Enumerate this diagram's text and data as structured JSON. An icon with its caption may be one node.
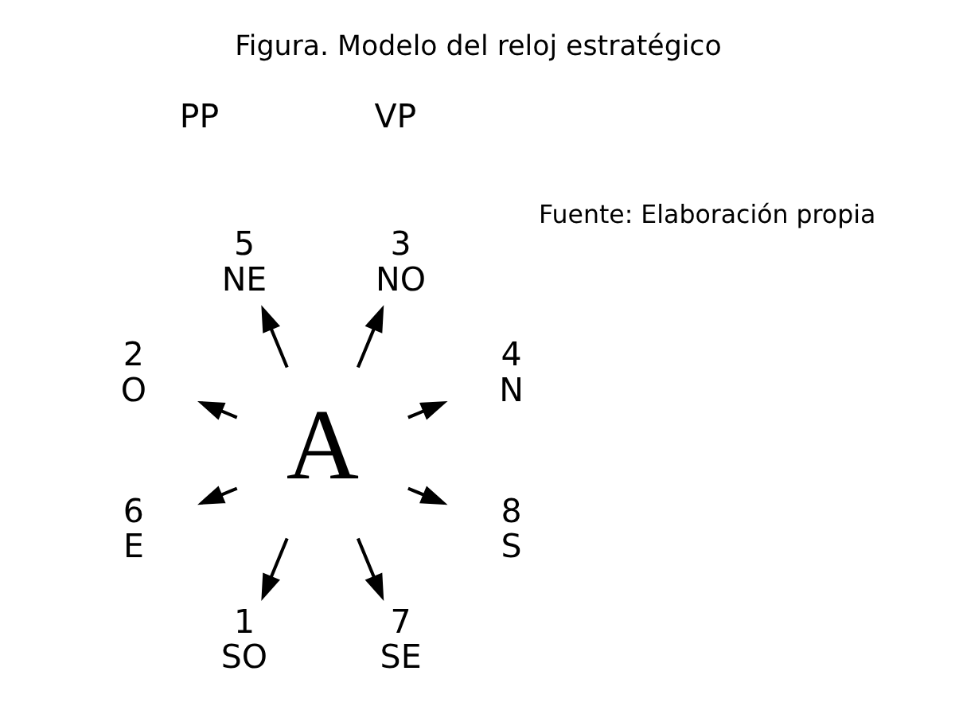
{
  "diagram": {
    "title": "Figura. Modelo del reloj estratégico",
    "caption": "Fuente: Elaboración propia",
    "nodes": [
      {
        "text": [
          "4",
          "N"
        ]
      },
      {
        "text": [
          "3",
          "NO"
        ]
      },
      {
        "text": [
          "5",
          "NE"
        ]
      },
      {
        "text": [
          "2",
          "O"
        ]
      },
      {
        "text": [
          "A"
        ]
      },
      {
        "text": [
          "6",
          "E"
        ]
      },
      {
        "text": [
          "1",
          "SO"
        ]
      },
      {
        "text": [
          "7",
          "SE"
        ]
      },
      {
        "text": [
          "8",
          "S"
        ]
      }
    ],
    "edges": [
      {
        "from": 4,
        "to": 0,
        "arrow": "to"
      },
      {
        "from": 4,
        "to": 2,
        "arrow": "to"
      },
      {
        "from": 4,
        "to": 5,
        "arrow": "to"
      },
      {
        "from": 4,
        "to": 7,
        "arrow": "to"
      },
      {
        "from": 4,
        "to": 8,
        "arrow": "to"
      },
      {
        "from": 4,
        "to": 6,
        "arrow": "to"
      },
      {
        "from": 4,
        "to": 3,
        "arrow": "to"
      },
      {
        "from": 4,
        "to": 1,
        "arrow": "to"
      }
    ],
    "labels": [
      "VP",
      "PP"
    ]
  }
}
